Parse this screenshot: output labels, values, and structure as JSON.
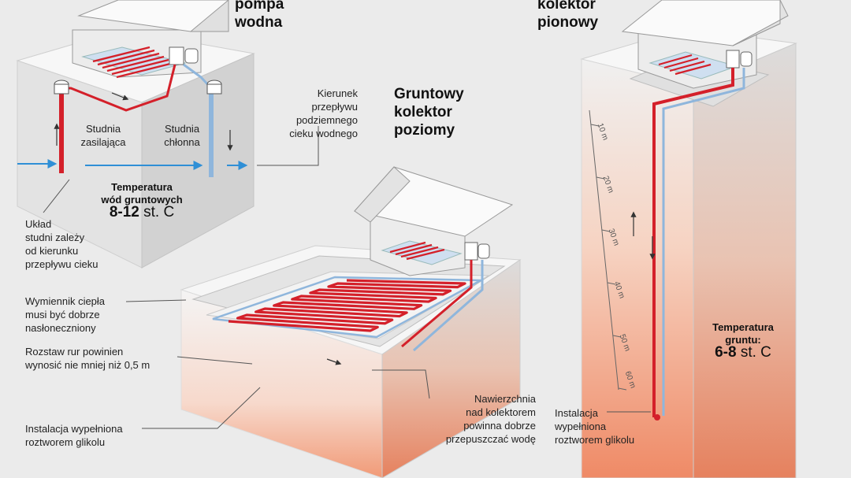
{
  "headings": {
    "heat_pump": [
      "pompa",
      "wodna"
    ],
    "vertical": [
      "kolektor",
      "pionowy"
    ],
    "horizontal": [
      "Gruntowy",
      "kolektor",
      "poziomy"
    ]
  },
  "well": {
    "supply": [
      "Studnia",
      "zasilająca"
    ],
    "absorbing": [
      "Studnia",
      "chłonna"
    ],
    "flow_direction": [
      "Kierunek",
      "przepływu",
      "podziemnego",
      "cieku wodnego"
    ],
    "groundwater_temp_title": [
      "Temperatura",
      "wód gruntowych"
    ],
    "groundwater_temp_value": "8-12",
    "groundwater_temp_unit": "st. C",
    "layout_note": [
      "Układ",
      "studni zależy",
      "od kierunku",
      "przepływu cieku"
    ]
  },
  "horizontal": {
    "exchanger_note": [
      "Wymiennik ciepła",
      "musi być dobrze",
      "nasłoneczniony"
    ],
    "spacing_note": [
      "Rozstaw rur powinien",
      "wynosić nie mniej niż 0,5 m"
    ],
    "glycol_note": [
      "Instalacja wypełniona",
      "roztworem glikolu"
    ],
    "surface_note": [
      "Nawierzchnia",
      "nad kolektorem",
      "powinna dobrze",
      "przepuszczać wodę"
    ]
  },
  "vertical": {
    "depths": [
      "10 m",
      "20 m",
      "30 m",
      "40 m",
      "50 m",
      "60 m"
    ],
    "ground_temp_title": [
      "Temperatura",
      "gruntu:"
    ],
    "ground_temp_value": "6-8",
    "ground_temp_unit": "st. C",
    "glycol_note": [
      "Instalacja",
      "wypełniona",
      "roztworem glikolu"
    ]
  },
  "colors": {
    "pipe_hot": "#d4202a",
    "pipe_cold": "#8fb6dc",
    "water_arrow": "#2f8fd6",
    "ground_warm": "#ef8a66"
  }
}
